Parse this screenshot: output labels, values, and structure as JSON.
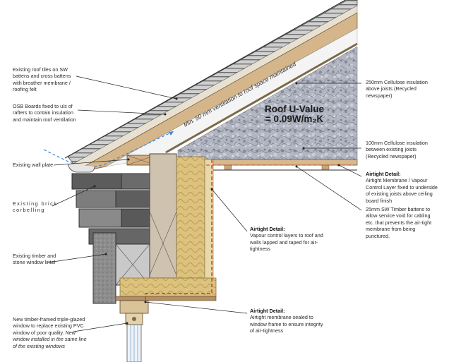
{
  "labels": {
    "roof_tiles": "Existing roof tiles on SW battens and cross battens with breather membrane / roofing felt",
    "osb": "OSB Boards fixed to u/s of rafters to contain insulation and maintain roof ventilation",
    "wall_plate": "Existing wall plate",
    "brick": "Existing brick corbelling",
    "lintel": "Existing timber and stone window lintel",
    "window_main": "New timber-framed triple-glazed window to replace existing PVC window of poor quality.",
    "window_note": "New window installed in the same line of the existing windows",
    "cellulose_250": "250mm Cellulose insulation above joists (Recycled newspaper)",
    "cellulose_100": "100mm Cellulose insulation between existing joists (Recycled newspaper)",
    "airtight_right_title": "Airtight Detail:",
    "airtight_right_text": "Airtight Membrane / Vapour Control Layer fixed to underside of existing joists above ceiling board finish",
    "battens": "25mm SW Timber battens to allow service void for cabling etc. that prevents the air-tight membrane from being punctured.",
    "airtight_mid_title": "Airtight Detail:",
    "airtight_mid_text": "Vapour control layers to roof and walls lapped and taped for air-tightness",
    "airtight_bottom_title": "Airtight Detail:",
    "airtight_bottom_text": "Airtight membrane sealed to window frame to ensure integrity of air-tightness"
  },
  "diagram": {
    "u_value_line1": "Roof U-Value",
    "u_value_line2": "= 0.09W/m₂K",
    "vent_text": "Min. 50 mm ventilation to roof space maintained"
  },
  "colors": {
    "airtight_line": "#d23a2a",
    "vent_line": "#3f86d6",
    "insulation_wool": "#d8c07a",
    "timber": "#c9a57a",
    "stone": "#6f6f6f",
    "cellulose": "#a9aebb"
  }
}
